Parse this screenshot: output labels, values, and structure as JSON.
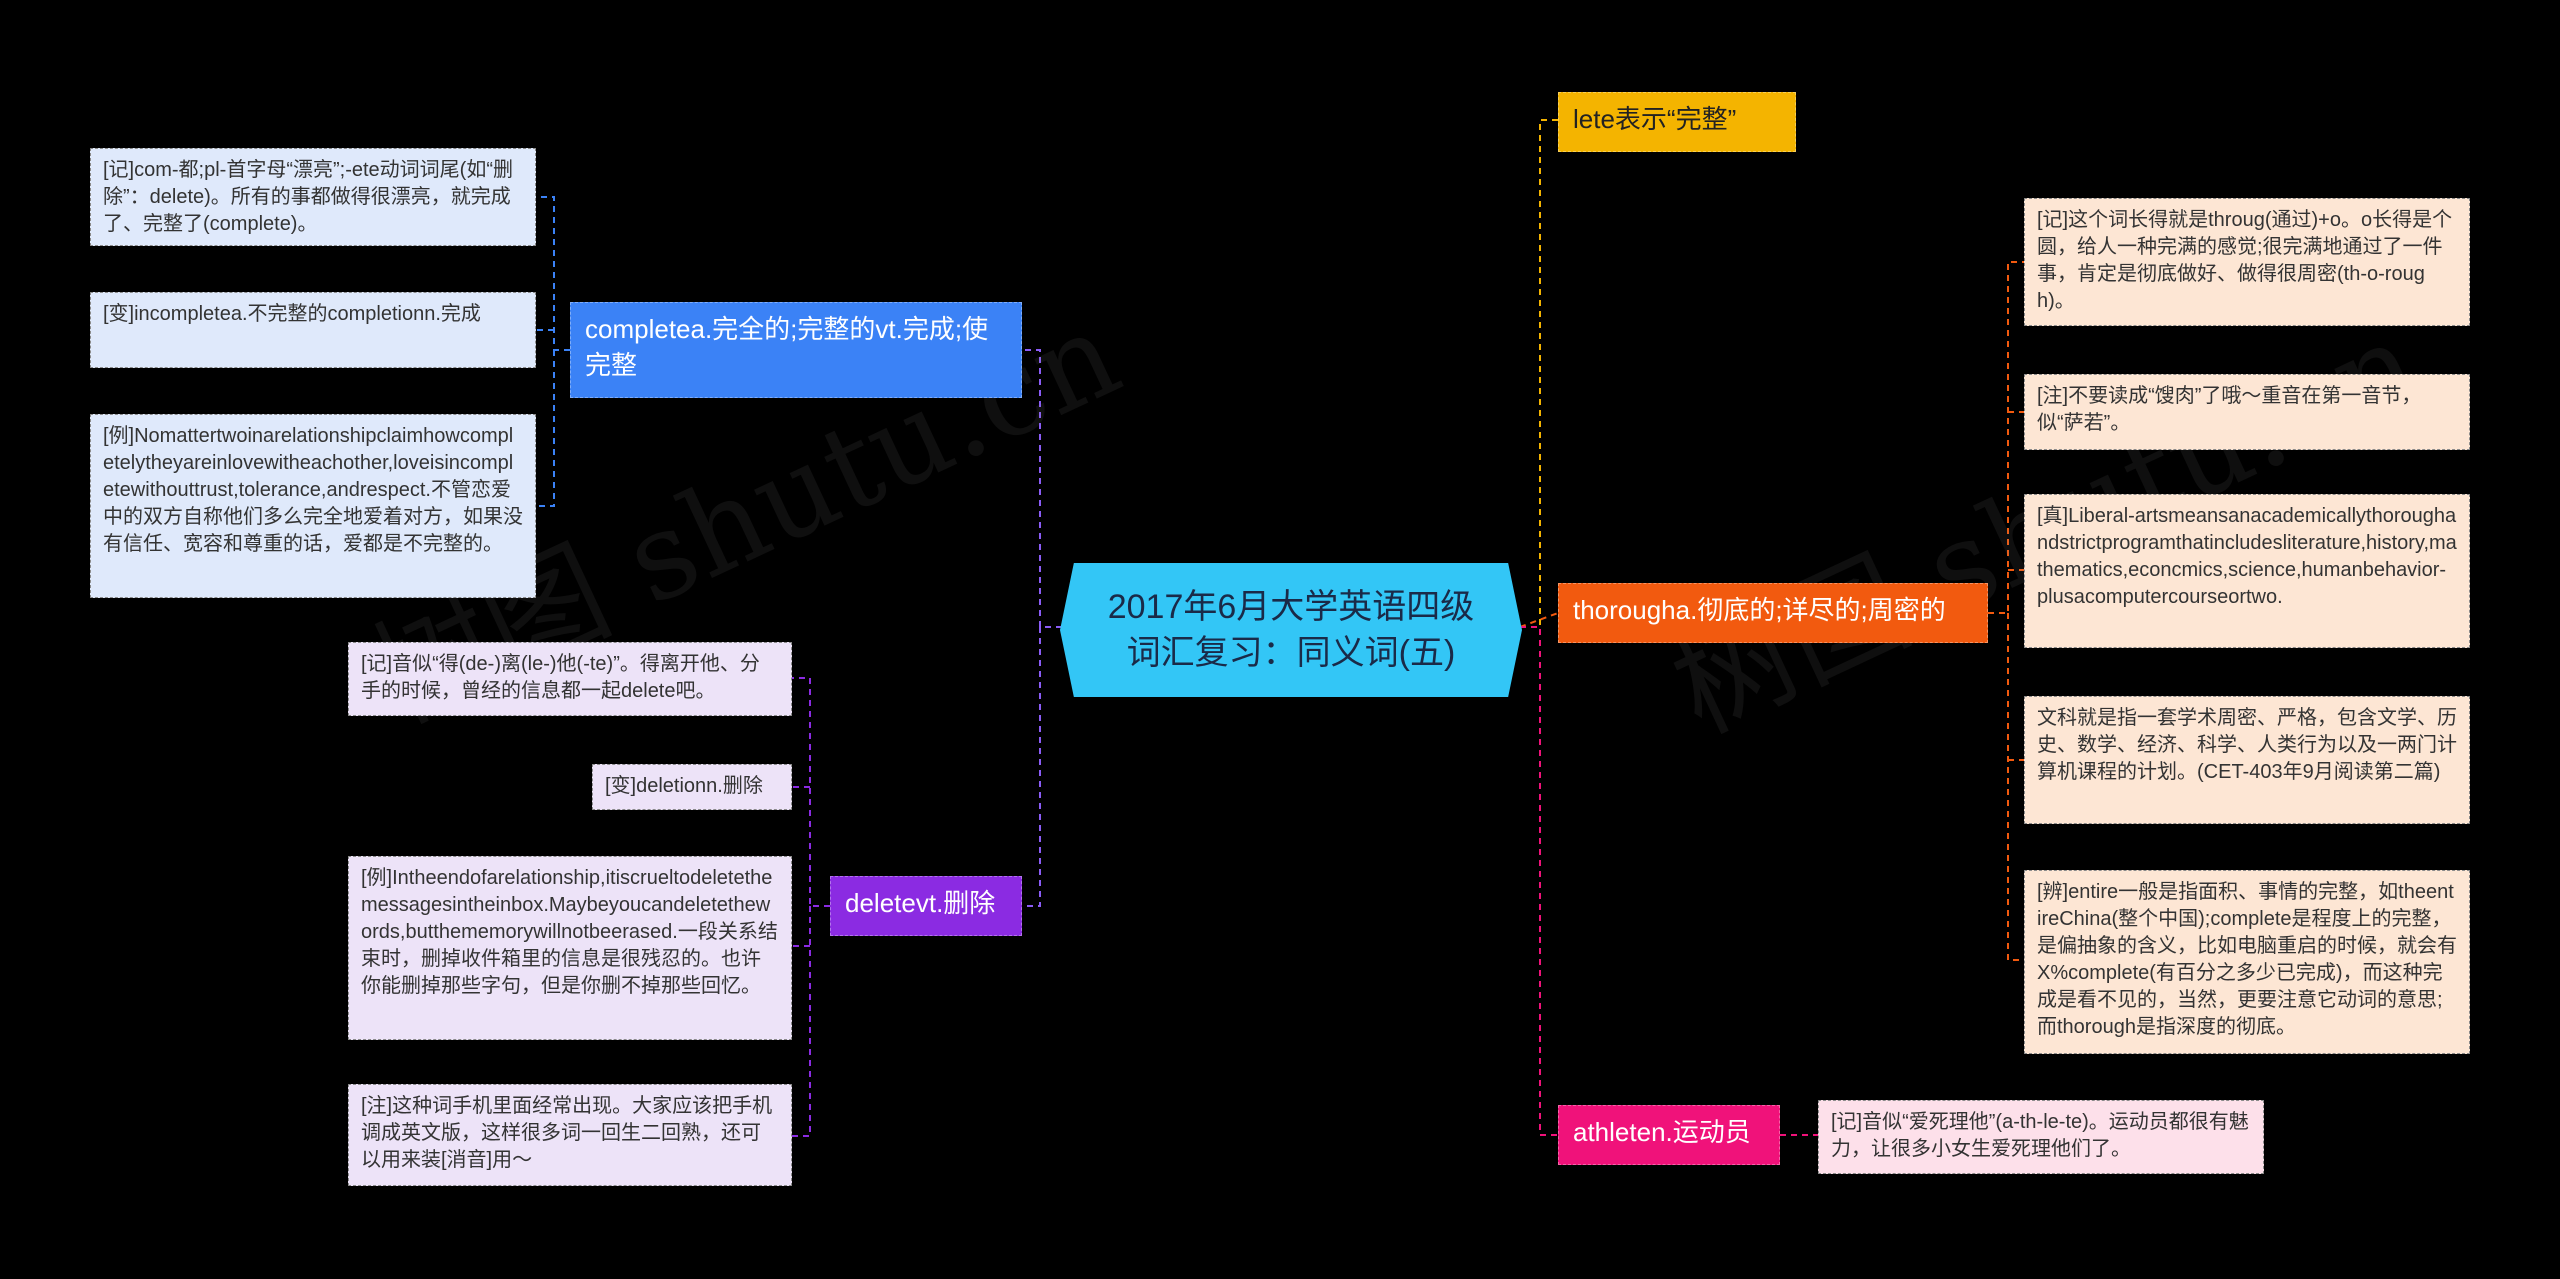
{
  "central": {
    "title": "2017年6月大学英语四级词汇复习：同义词(五)"
  },
  "left_branches": [
    {
      "label": "completea.完全的;完整的vt.完成;使完整",
      "leaves": [
        "[记]com-都;pl-首字母“漂亮”;-ete动词词尾(如“删除”：delete)。所有的事都做得很漂亮，就完成了、完整了(complete)。",
        "[变]incompletea.不完整的completionn.完成",
        "[例]Nomattertwoinarelationshipclaimhowcompletelytheyareinlovewitheachother,loveisincompletewithouttrust,tolerance,andrespect.不管恋爱中的双方自称他们多么完全地爱着对方，如果没有信任、宽容和尊重的话，爱都是不完整的。"
      ]
    },
    {
      "label": "deletevt.删除",
      "leaves": [
        "[记]音似“得(de-)离(le-)他(-te)”。得离开他、分手的时候，曾经的信息都一起delete吧。",
        "[变]deletionn.删除",
        "[例]Intheendofarelationship,itiscrueltodeletethemessagesintheinbox.Maybeyoucandeletethewords,butthememorywillnotbeerased.一段关系结束时，删掉收件箱里的信息是很残忍的。也许你能删掉那些字句，但是你删不掉那些回忆。",
        "[注]这种词手机里面经常出现。大家应该把手机调成英文版，这样很多词一回生二回熟，还可以用来装[消音]用～"
      ]
    }
  ],
  "right_branches": [
    {
      "label": "lete表示“完整”",
      "leaves": []
    },
    {
      "label": "thorougha.彻底的;详尽的;周密的",
      "leaves": [
        "[记]这个词长得就是throug(通过)+o。o长得是个圆，给人一种完满的感觉;很完满地通过了一件事，肯定是彻底做好、做得很周密(th-o-rough)。",
        "[注]不要读成“馊肉”了哦～重音在第一音节，似“萨若”。",
        "[真]Liberal-artsmeansanacademicallythoroughandstrictprogramthatincludesliterature,history,mathematics,econcmics,science,humanbehavior-plusacomputercourseortwo.",
        "文科就是指一套学术周密、严格，包含文学、历史、数学、经济、科学、人类行为以及一两门计算机课程的计划。(CET-403年9月阅读第二篇)",
        "[辨]entire一般是指面积、事情的完整，如theentireChina(整个中国);complete是程度上的完整，是偏抽象的含义，比如电脑重启的时候，就会有X%complete(有百分之多少已完成)，而这种完成是看不见的，当然，更要注意它动词的意思;而thorough是指深度的彻底。"
      ]
    },
    {
      "label": "athleten.运动员",
      "leaves": [
        "[记]音似“爱死理他”(a-th-le-te)。运动员都很有魅力，让很多小女生爱死理他们了。"
      ]
    }
  ],
  "colors": {
    "background": "#000000",
    "central": "#33c6f6",
    "complete": "#3b82f6",
    "delete": "#8b2be2",
    "lete": "#f4b400",
    "thorough": "#f25a0f",
    "athlete": "#f0127a"
  },
  "watermark": "树图 shutu.cn"
}
